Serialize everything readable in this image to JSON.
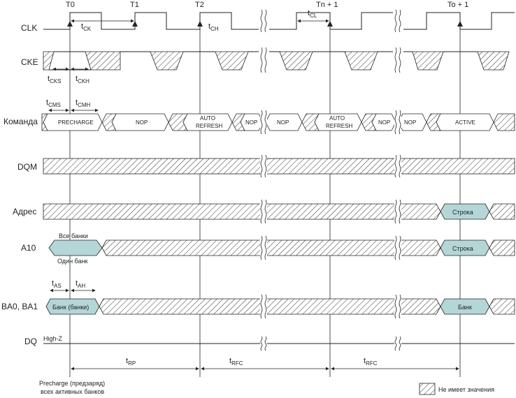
{
  "signals": {
    "clk": "CLK",
    "cke": "CKE",
    "command": "Команда",
    "dqm": "DQM",
    "address": "Адрес",
    "a10": "A10",
    "ba": "BA0, BA1",
    "dq": "DQ"
  },
  "clock_labels": {
    "t0": "T0",
    "t1": "T1",
    "t2": "T2",
    "tn1": "Tn + 1",
    "to1": "To + 1"
  },
  "timing": {
    "t": "t",
    "ck": "CK",
    "ch": "CH",
    "cl": "CL",
    "cks": "CKS",
    "ckh": "CKH",
    "cms": "CMS",
    "cmh": "CMH",
    "as": "AS",
    "ah": "AH",
    "rp": "RP",
    "rfc": "RFC"
  },
  "commands": {
    "precharge": "PRECHARGE",
    "nop": "NOP",
    "auto": "AUTO",
    "refresh": "REFRESH",
    "active": "ACTIVE"
  },
  "values": {
    "row": "Строка",
    "bank": "Банк",
    "bank_banks": "Банк (банки)",
    "all_banks": "Все банки",
    "one_bank": "Один банк",
    "high_z": "High-Z"
  },
  "footer": {
    "precharge_line1": "Precharge (предзаряд)",
    "precharge_line2": "всех активных банков",
    "legend": "Не имеет значения"
  }
}
